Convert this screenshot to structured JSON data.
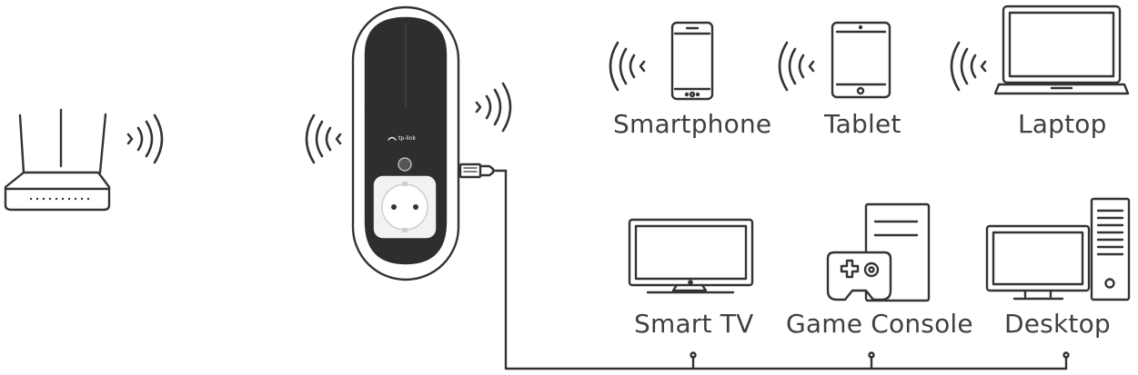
{
  "colors": {
    "stroke": "#333333",
    "extender_dark": "#2e2e2e",
    "extender_light": "#f2f2f2",
    "label": "#3f3f3f"
  },
  "icons": [
    "router-icon",
    "wifi-signal-icon",
    "range-extender-icon",
    "ethernet-plug-icon",
    "smartphone-icon",
    "tablet-icon",
    "laptop-icon",
    "smart-tv-icon",
    "game-console-icon",
    "desktop-icon"
  ],
  "extender": {
    "brand_text": "tp-link"
  },
  "wireless_devices": {
    "smartphone": "Smartphone",
    "tablet": "Tablet",
    "laptop": "Laptop"
  },
  "wired_devices": {
    "smart_tv": "Smart TV",
    "game_console": "Game Console",
    "desktop": "Desktop"
  }
}
